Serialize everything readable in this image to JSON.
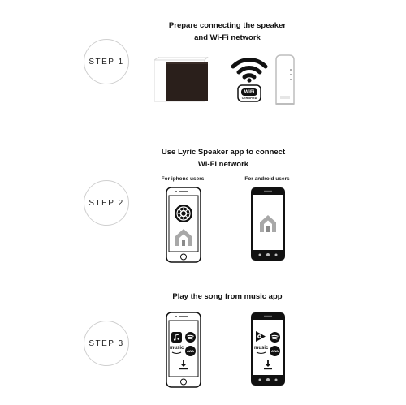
{
  "steps": [
    {
      "label": "STEP 1",
      "title_line1": "Prepare connecting the speaker",
      "title_line2": "and Wi-Fi network"
    },
    {
      "label": "STEP 2",
      "title_line1": "Use Lyric Speaker app to connect",
      "title_line2": "Wi-Fi network"
    },
    {
      "label": "STEP 3",
      "title_line1": "Play the song from music app",
      "title_line2": ""
    }
  ],
  "step1": {
    "wifi_logo": {
      "text": "WiFi",
      "subtext": "CERTIFIED"
    }
  },
  "step2": {
    "iphone_label": "For iphone users",
    "android_label": "For android users"
  },
  "step3": {
    "music_caption": "music",
    "awa_label": "AWA"
  },
  "icons": {
    "speaker": "speaker-icon",
    "wifi": "wifi-icon",
    "router": "router-icon",
    "iphone": "iphone-icon",
    "android": "android-phone-icon",
    "lyric_app": "lyric-speaker-app-icon",
    "app_store": "app-store-icon",
    "apple_music": "apple-music-icon",
    "spotify": "spotify-icon",
    "amazon_music": "amazon-music-icon",
    "awa": "awa-icon",
    "play_music": "google-play-music-icon",
    "download": "download-icon"
  },
  "colors": {
    "line": "#cfcfcf",
    "speaker": "#2a1f1b",
    "lyric_house": "#8f8f8f",
    "icon_dark": "#111111"
  }
}
